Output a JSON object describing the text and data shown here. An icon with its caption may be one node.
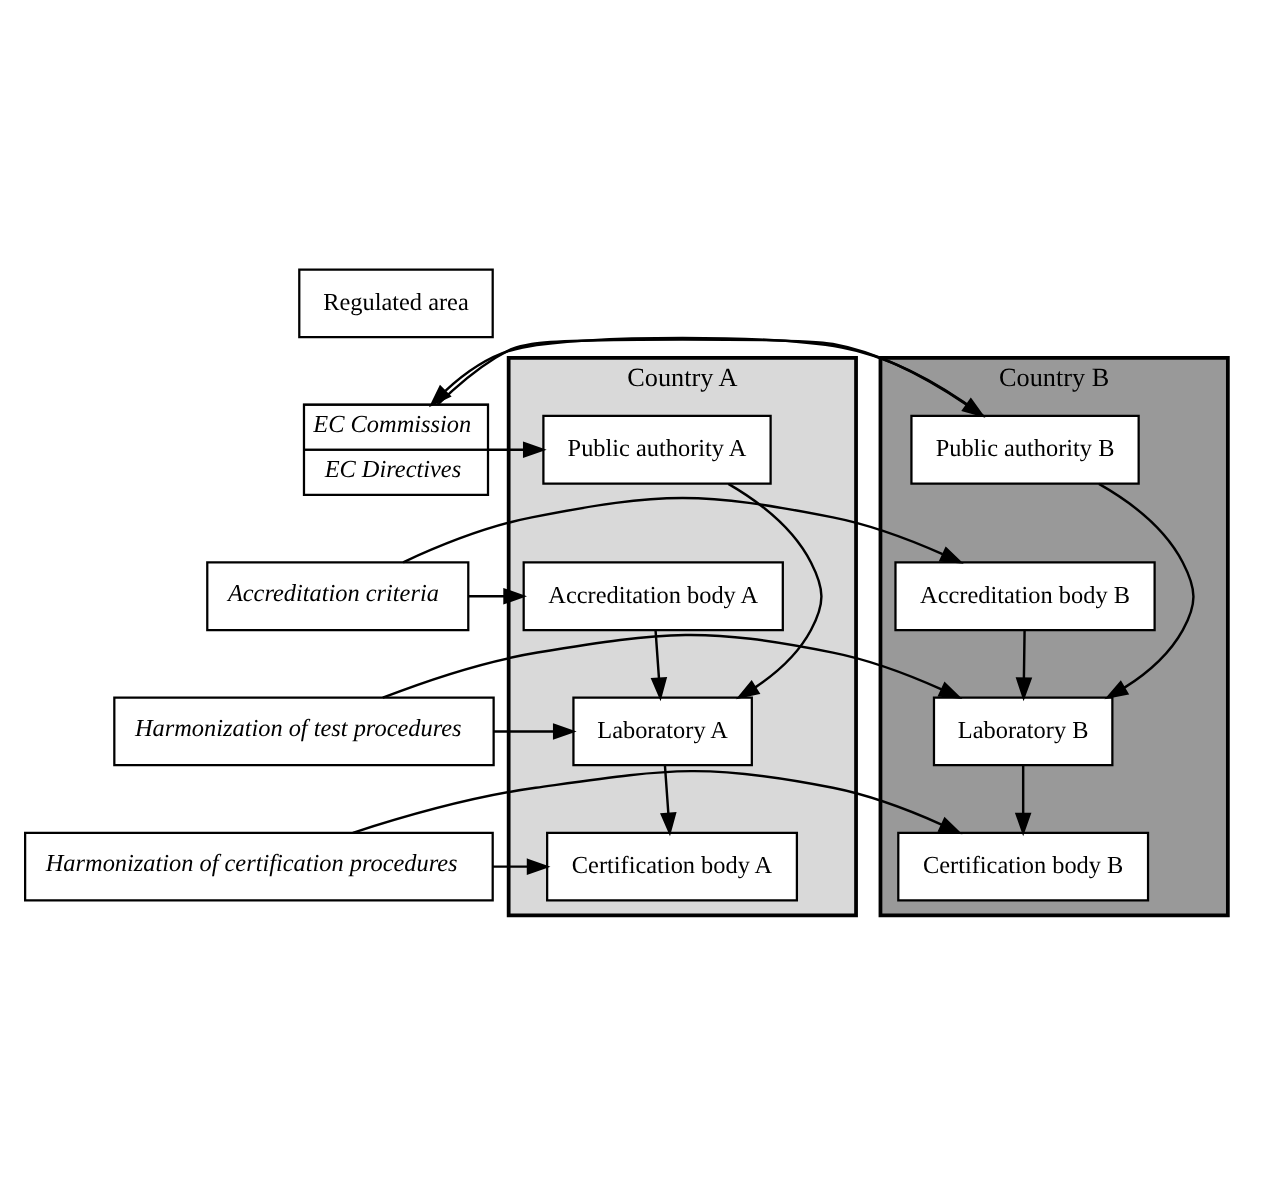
{
  "diagram": {
    "nodes": [
      {
        "text": [
          "Regulated area"
        ]
      },
      {
        "text": [
          "Country A"
        ]
      },
      {
        "text": [
          "EC Commission",
          "EC Directives"
        ]
      },
      {
        "text": [
          "Country B"
        ]
      },
      {
        "text": [
          "Public authority A"
        ],
        "in": 1
      },
      {
        "text": [
          "Public authority B"
        ],
        "in": 3
      },
      {
        "text": [
          "Accreditation criteria"
        ]
      },
      {
        "text": [
          "Accreditation body A"
        ],
        "in": 1
      },
      {
        "text": [
          "Accreditation body B"
        ],
        "in": 3
      },
      {
        "text": [
          "Laboratory A"
        ],
        "in": 1
      },
      {
        "text": [
          "Harmonization of test procedures"
        ]
      },
      {
        "text": [
          "Laboratory B"
        ],
        "in": 3
      },
      {
        "text": [
          "Certification body A"
        ],
        "in": 1
      },
      {
        "text": [
          "Harmonization of certification procedures"
        ]
      },
      {
        "text": [
          "Certification body B"
        ],
        "in": 3
      }
    ],
    "edges": [
      {
        "from": 2,
        "to": 4,
        "arrow": "to"
      },
      {
        "from": 2,
        "to": 5,
        "arrow": "to"
      },
      {
        "from": 5,
        "to": 2,
        "arrow": "to"
      },
      {
        "from": 4,
        "to": 9,
        "arrow": "to"
      },
      {
        "from": 5,
        "to": 11,
        "arrow": "to"
      },
      {
        "from": 6,
        "to": 7,
        "arrow": "to"
      },
      {
        "from": 6,
        "to": 8,
        "arrow": "to"
      },
      {
        "from": 7,
        "to": 9,
        "arrow": "to"
      },
      {
        "from": 8,
        "to": 11,
        "arrow": "to"
      },
      {
        "from": 10,
        "to": 9,
        "arrow": "to"
      },
      {
        "from": 10,
        "to": 11,
        "arrow": "to"
      },
      {
        "from": 9,
        "to": 12,
        "arrow": "to"
      },
      {
        "from": 11,
        "to": 14,
        "arrow": "to"
      },
      {
        "from": 13,
        "to": 12,
        "arrow": "to"
      },
      {
        "from": 13,
        "to": 14,
        "arrow": "to"
      }
    ]
  }
}
